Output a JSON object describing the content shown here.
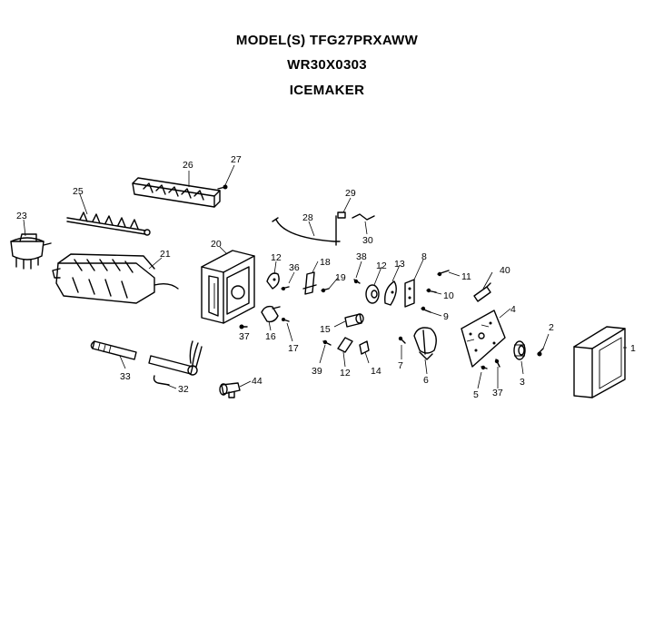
{
  "header": {
    "model_line": "MODEL(S) TFG27PRXAWW",
    "kit_line": "WR30X0303",
    "assembly_line": "ICEMAKER"
  },
  "callouts": {
    "c1": "1",
    "c2": "2",
    "c3": "3",
    "c4": "4",
    "c5": "5",
    "c6": "6",
    "c7": "7",
    "c8": "8",
    "c9": "9",
    "c10": "10",
    "c11": "11",
    "c12a": "12",
    "c12b": "12",
    "c12c": "12",
    "c13": "13",
    "c14": "14",
    "c15": "15",
    "c16": "16",
    "c17": "17",
    "c18": "18",
    "c19": "19",
    "c20": "20",
    "c21": "21",
    "c23": "23",
    "c25": "25",
    "c26": "26",
    "c27": "27",
    "c28": "28",
    "c29": "29",
    "c30": "30",
    "c32": "32",
    "c33": "33",
    "c36": "36",
    "c37a": "37",
    "c37b": "37",
    "c38": "38",
    "c39": "39",
    "c40": "40",
    "c44": "44"
  }
}
